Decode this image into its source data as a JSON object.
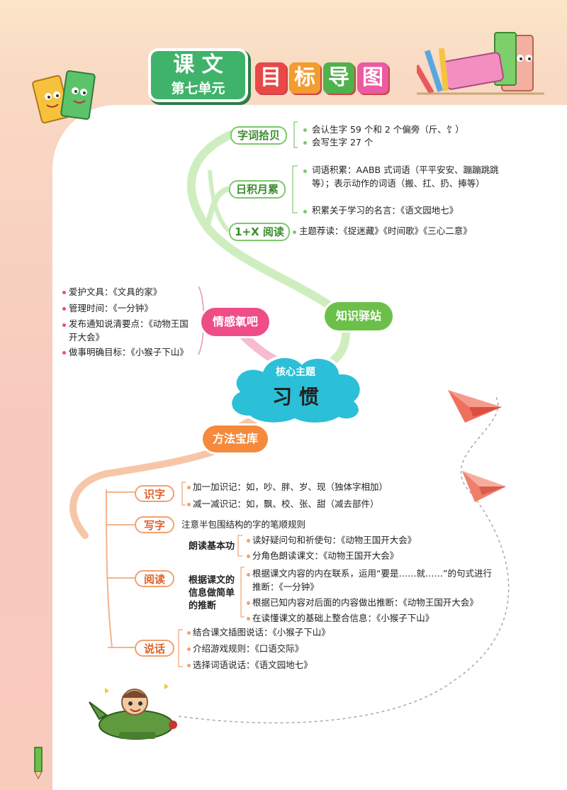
{
  "header": {
    "kewen_label": "课 文",
    "unit_label": "第七单元",
    "title_chars": [
      "目",
      "标",
      "导",
      "图"
    ]
  },
  "core": {
    "caption": "核心主题",
    "theme": "习 惯"
  },
  "branches": {
    "knowledge": "知识驿站",
    "emotion": "情感氧吧",
    "method": "方法宝库"
  },
  "knowledge": {
    "ziciwang": {
      "label": "字词拾贝",
      "items": [
        "会认生字 59 个和 2 个偏旁（斤、饣）",
        "会写生字 27 个"
      ]
    },
    "rijiyuelei": {
      "label": "日积月累",
      "item1": "词语积累：AABB 式词语（平平安安、蹦蹦跳跳等）；表示动作的词语（搬、扛、扔、捧等）",
      "item2": "积累关于学习的名言：《语文园地七》"
    },
    "reading": {
      "label": "1+X 阅读",
      "item": "主题荐读：《捉迷藏》《时间歌》《三心二意》"
    }
  },
  "emotion": {
    "items": [
      "爱护文具：《文具的家》",
      "管理时间：《一分钟》",
      "发布通知说清要点：《动物王国开大会》",
      "做事明确目标：《小猴子下山》"
    ]
  },
  "method": {
    "shizi": {
      "label": "识字",
      "items": [
        "加一加识记：如，吵、胖、岁、现（独体字相加）",
        "减一减识记：如，飘、校、张、甜（减去部件）"
      ]
    },
    "xiezi": {
      "label": "写字",
      "item": "注意半包围结构的字的笔顺规则"
    },
    "yuedu": {
      "label": "阅读",
      "sub1": "朗读基本功",
      "sub1_items": [
        "读好疑问句和祈使句：《动物王国开大会》",
        "分角色朗读课文：《动物王国开大会》"
      ],
      "sub2": "根据课文的信息做简单的推断",
      "sub2_items": [
        "根据课文内容的内在联系，运用“要是……就……”的句式进行推断：《一分钟》",
        "根据已知内容对后面的内容做出推断：《动物王国开大会》",
        "在读懂课文的基础上整合信息：《小猴子下山》"
      ]
    },
    "shuohua": {
      "label": "说话",
      "items": [
        "结合课文插图说话：《小猴子下山》",
        "介绍游戏规则：《口语交际》",
        "选择词语说话：《语文园地七》"
      ]
    }
  },
  "colors": {
    "green": "#7cc86a",
    "orange": "#f0a070",
    "pink": "#ee4d86",
    "cyan": "#2bbfd8"
  }
}
